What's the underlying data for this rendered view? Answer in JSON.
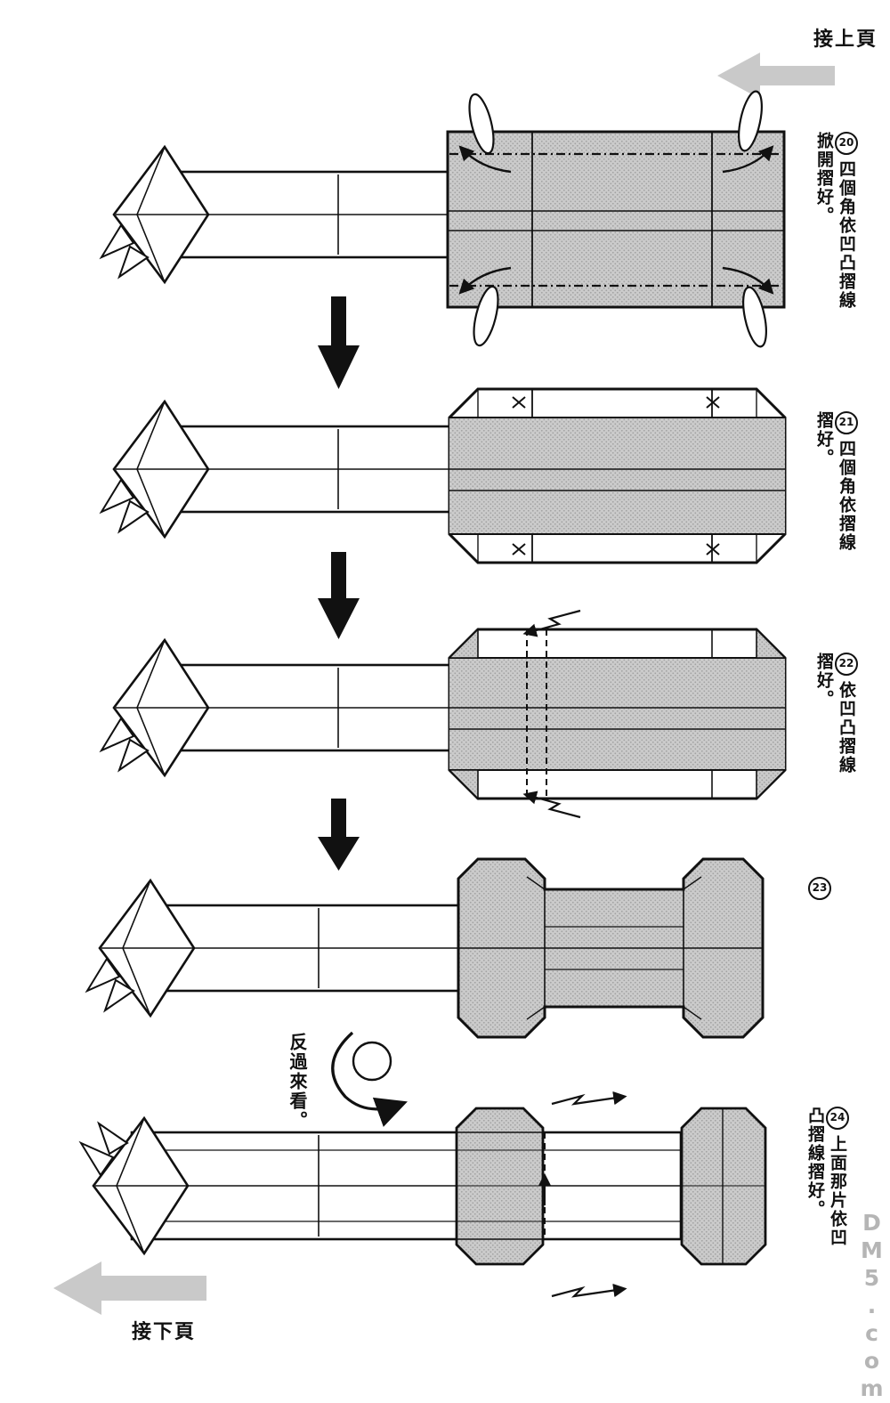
{
  "page": {
    "prev_page_label": "接上頁",
    "next_page_label": "接下頁",
    "rotate_note": "反過來看。",
    "watermark": "DM5.com"
  },
  "steps": [
    {
      "number": "20",
      "text": "四個角依凹凸摺線掀開摺好。"
    },
    {
      "number": "21",
      "text": "四個角依摺線摺好。"
    },
    {
      "number": "22",
      "text": "依凹凸摺線摺好。"
    },
    {
      "number": "23",
      "text": ""
    },
    {
      "number": "24",
      "text": "上面那片依凹凸摺線摺好。"
    }
  ],
  "icons": {
    "prev_page_arrow": "left-block-arrow",
    "next_page_arrow": "left-block-arrow",
    "step_flow_arrow": "down-block-arrow",
    "turn_over_icon": "circle-with-curved-arrow"
  },
  "colors": {
    "line": "#111111",
    "shade_fill": "#cbcbcb",
    "shade_dot": "#a2a2a2",
    "nav_arrow": "#c9c9c9",
    "watermark": "#b5b5b5",
    "background": "#ffffff"
  }
}
